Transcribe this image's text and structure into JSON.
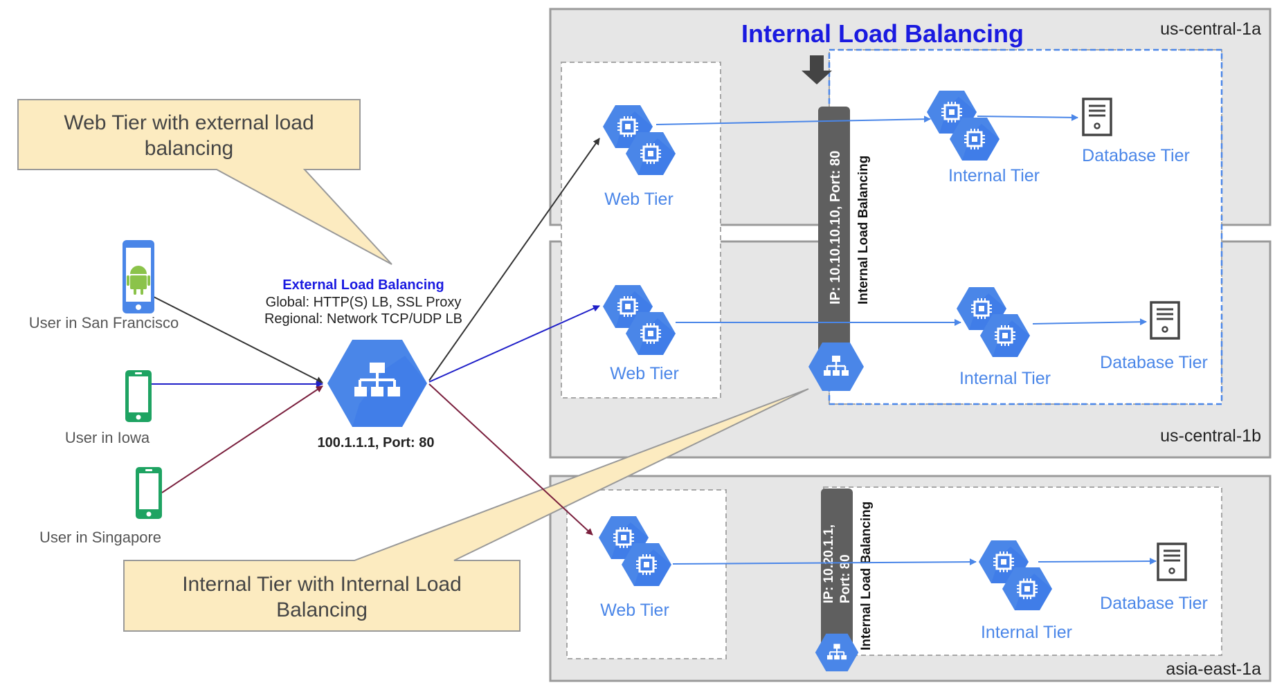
{
  "title": "Internal Load Balancing",
  "regions": [
    {
      "name": "us-central-1a"
    },
    {
      "name": "us-central-1b"
    },
    {
      "name": "asia-east-1a"
    }
  ],
  "users": [
    {
      "label": "User in San Francisco",
      "device": "android-phone-icon"
    },
    {
      "label": "User in Iowa",
      "device": "phone-icon"
    },
    {
      "label": "User in Singapore",
      "device": "phone-icon"
    }
  ],
  "external_lb": {
    "title": "External Load Balancing",
    "line1": "Global: HTTP(S) LB, SSL Proxy",
    "line2": "Regional: Network TCP/UDP LB",
    "address": "100.1.1.1, Port: 80"
  },
  "internal_lb": {
    "us_label": "IP: 10.10.10.10, Port: 80",
    "us_side": "Internal Load Balancing",
    "asia_label_1": "IP: 10.20.1.1,",
    "asia_label_2": "Port: 80",
    "asia_side": "Internal Load Balancing"
  },
  "tiers": {
    "web": "Web Tier",
    "internal": "Internal Tier",
    "database": "Database Tier"
  },
  "callouts": {
    "web_line1": "Web Tier with external load",
    "web_line2": "balancing",
    "internal_line1": "Internal Tier with Internal Load",
    "internal_line2": "Balancing"
  },
  "colors": {
    "accent_blue": "#4a86e8",
    "title_blue": "#1a1ae0",
    "phone_green": "#1ea362",
    "callout_fill": "#fcebc0",
    "lb_bar": "#5f5f5f"
  }
}
